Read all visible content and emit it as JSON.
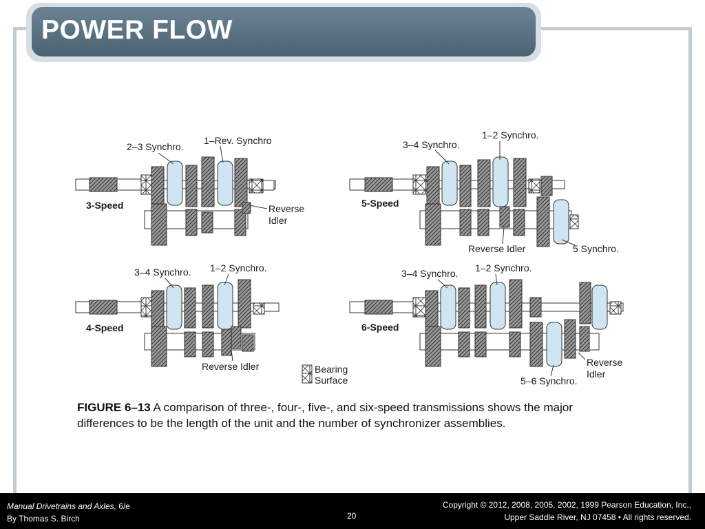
{
  "header": {
    "title": "POWER FLOW"
  },
  "diagram": {
    "three_speed": {
      "label": "3-Speed",
      "callouts": [
        "2–3 Synchro.",
        "1–Rev. Synchro",
        "Reverse",
        "Idler"
      ]
    },
    "five_speed": {
      "label": "5-Speed",
      "callouts": [
        "3–4 Synchro.",
        "1–2 Synchro.",
        "Reverse Idler",
        "5 Synchro."
      ]
    },
    "four_speed": {
      "label": "4-Speed",
      "callouts": [
        "3–4 Synchro.",
        "1–2 Synchro.",
        "Reverse Idler"
      ]
    },
    "six_speed": {
      "label": "6-Speed",
      "callouts": [
        "3–4 Synchro.",
        "1–2 Synchro.",
        "Reverse",
        "Idler",
        "5–6 Synchro."
      ]
    },
    "legend": {
      "line1": "Bearing",
      "line2": "Surface"
    }
  },
  "caption": {
    "figure_label": "FIGURE 6–13",
    "text": " A comparison of three-, four-, five-, and six-speed transmissions shows the major differences to be the length of the unit and the number of synchronizer assemblies."
  },
  "footer": {
    "book_title": "Manual Drivetrains and Axles,",
    "edition": " 6/e",
    "author": "By Thomas S. Birch",
    "page_number": "20",
    "copyright_line1": "Copyright © 2012, 2008, 2005, 2002, 1999 Pearson Education, Inc.,",
    "copyright_line2": "Upper Saddle River, NJ 07458 • All rights reserved."
  },
  "colors": {
    "title_bar": "#56707f",
    "synchro": "#cfe6f2",
    "gear": "#555555",
    "footer_bg": "#000000"
  }
}
